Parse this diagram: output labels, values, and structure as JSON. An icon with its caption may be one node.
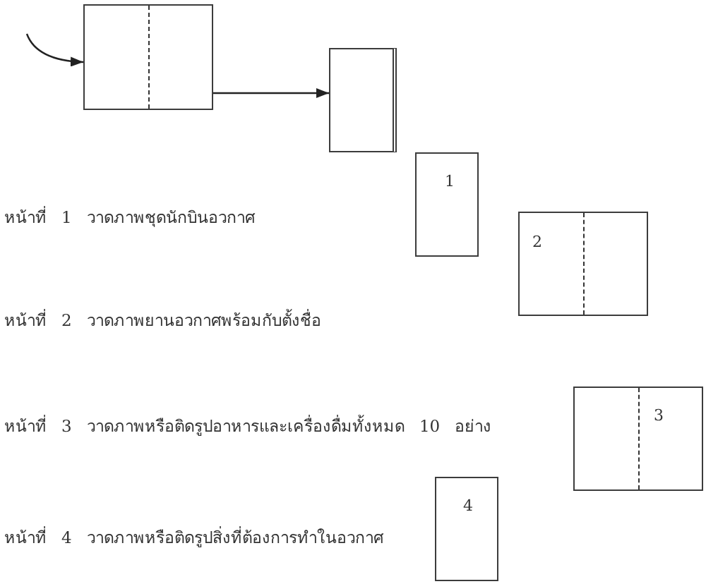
{
  "diagram": {
    "nodes": [
      {
        "text": [],
        "shape": "box"
      },
      {
        "text": [],
        "shape": "box"
      },
      {
        "text": [
          "1"
        ]
      },
      {
        "text": [
          "2"
        ]
      },
      {
        "text": [
          "3"
        ]
      },
      {
        "text": [
          "4"
        ]
      }
    ],
    "edges": [
      {
        "from": null,
        "to": 0,
        "arrow": "to"
      },
      {
        "from": 0,
        "to": 1,
        "arrow": "to"
      }
    ],
    "labels": [
      "หน้าที่ 1 วาดภาพชุดนักบินอวกาศ",
      "หน้าที่ 2 วาดภาพยานอวกาศพร้อมกับตั้งชื่อ",
      "หน้าที่ 3 วาดภาพหรือติดรูปอาหารและเครื่องดื่มทั้งหมด 10 อย่าง",
      "หน้าที่ 4 วาดภาพหรือติดรูปสิ่งที่ต้องการทำในอวกาศ"
    ]
  }
}
